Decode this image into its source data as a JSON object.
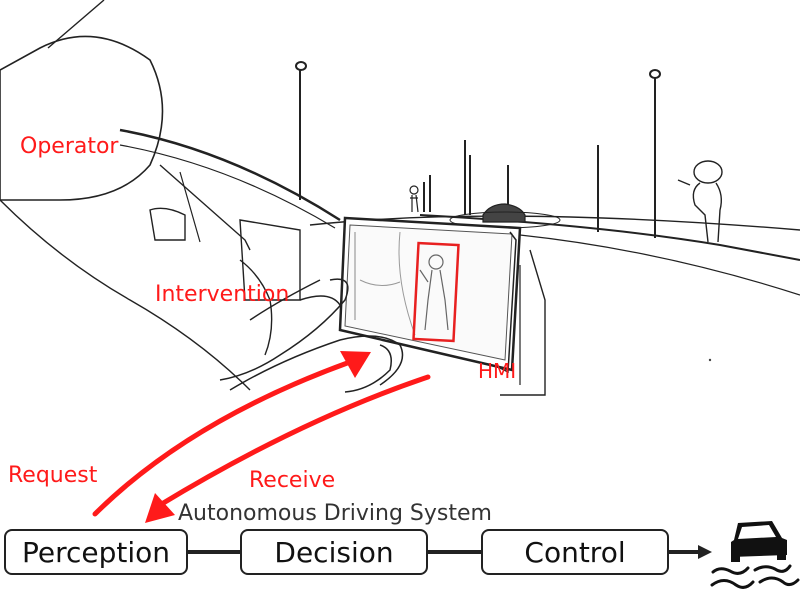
{
  "labels": {
    "operator": "Operator",
    "intervention": "Intervention",
    "hmi": "HMI",
    "request": "Request",
    "receive": "Receive",
    "system_title": "Autonomous Driving System"
  },
  "pipeline": {
    "perception": "Perception",
    "decision": "Decision",
    "control": "Control"
  },
  "colors": {
    "accent": "#ff1a1a",
    "line": "#222222"
  },
  "icons": {
    "car": "skidding-car-icon"
  }
}
